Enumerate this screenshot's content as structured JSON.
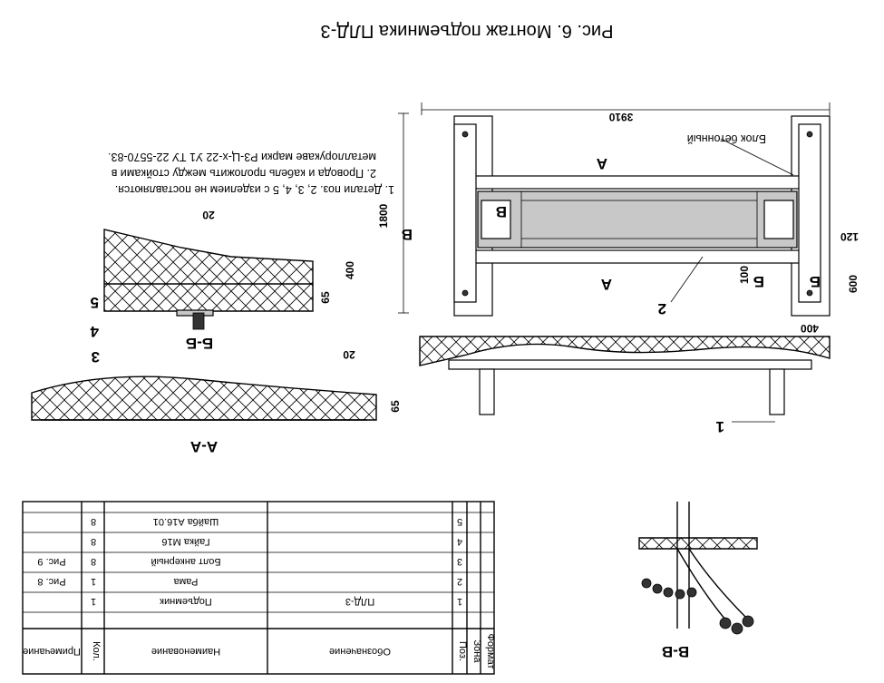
{
  "title": "Рис. 6. Монтаж подъемника ПЛД-3",
  "notes": [
    "1. Детали поз. 2, 3, 4, 5 с изделием не поставляются.",
    "2. Провода и кабель проложить между стойками в",
    "металлорукаве марки Р3-Ц-х-22 У1 ТУ 22-5570-83."
  ],
  "plan": {
    "dim_length": "3910",
    "dim_width": "1800",
    "dim_400": "400",
    "dim_120": "120",
    "dim_100": "100",
    "dim_600": "600",
    "concrete_block_label": "Блок бетонный",
    "cut_a": "А",
    "cut_b": "Б",
    "cut_v": "В",
    "pos_2": "2"
  },
  "elevation": {
    "pos_1": "1"
  },
  "section_bb": {
    "title": "Б-Б",
    "dim_20": "20",
    "dim_400": "400",
    "dim_65": "65",
    "pos_3": "3",
    "pos_4": "4",
    "pos_5": "5"
  },
  "section_aa": {
    "title": "А-А",
    "dim_20": "20",
    "dim_65": "65"
  },
  "section_vv": {
    "title": "В-В"
  },
  "spec_table": {
    "headers": {
      "format": "Формат",
      "zone": "Зона",
      "pos": "Поз.",
      "designation": "Обозначение",
      "name": "Наименование",
      "qty": "Кол.",
      "remark": "Примечание"
    },
    "rows": [
      {
        "pos": "1",
        "designation": "ПЛД-3",
        "name": "Подъемник",
        "qty": "1",
        "remark": ""
      },
      {
        "pos": "2",
        "designation": "",
        "name": "Рама",
        "qty": "1",
        "remark": "Рис. 8"
      },
      {
        "pos": "3",
        "designation": "",
        "name": "Болт анкерный",
        "qty": "8",
        "remark": "Рис. 9"
      },
      {
        "pos": "4",
        "designation": "",
        "name": "Гайка М16",
        "qty": "8",
        "remark": ""
      },
      {
        "pos": "5",
        "designation": "",
        "name": "Шайба А16.01",
        "qty": "8",
        "remark": ""
      }
    ]
  }
}
